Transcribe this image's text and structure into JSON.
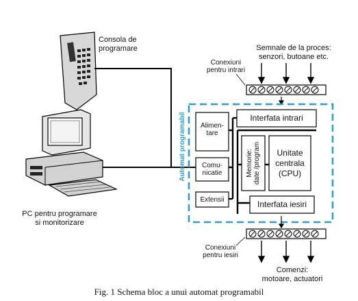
{
  "labels": {
    "console": [
      "Consola de",
      "programare"
    ],
    "pc": [
      "PC pentru programare",
      "si monitorizare"
    ],
    "input_connections": [
      "Conexiuni",
      "pentru intrari"
    ],
    "process_signals": [
      "Semnale de la proces:",
      "senzori, butoane etc."
    ],
    "plc_title": "Automat programabil",
    "input_interface": "Interfata intrari",
    "power_supply": [
      "Alimen-",
      "tare"
    ],
    "memory": [
      "Memorie:",
      "date /program"
    ],
    "cpu": [
      "Unitate",
      "centrala",
      "(CPU)"
    ],
    "communication": [
      "Comu-",
      "nicatie"
    ],
    "extensions": "Extensii",
    "output_interface": "Interfata iesiri",
    "output_connections": [
      "Conexiuni",
      "pentru iesiri"
    ],
    "commands": [
      "Comenzi:",
      "motoare, actuatori"
    ],
    "caption": "Fig. 1 Schema bloc a unui automat programabil"
  },
  "colors": {
    "plc_border": "#2a9fd6",
    "plc_title": "#2a9fd6",
    "line": "#000000"
  }
}
